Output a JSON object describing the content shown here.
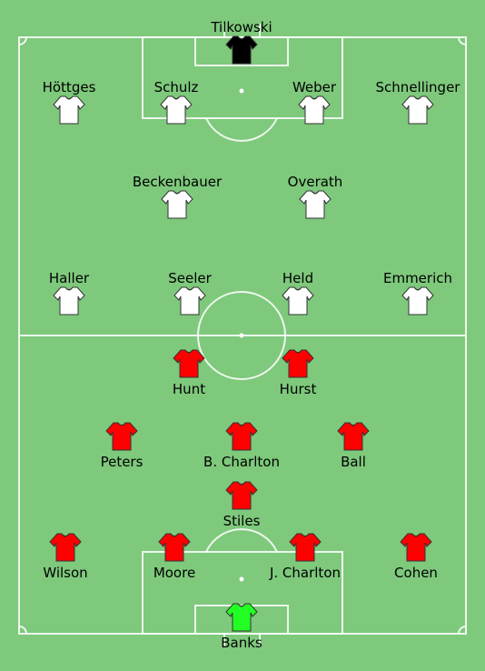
{
  "colors": {
    "pitch": "#7ec97c",
    "lines": "#ffffff",
    "germany_shirt": "#ffffff",
    "germany_goalkeeper_shirt": "#000000",
    "england_shirt": "#ff0000",
    "england_goalkeeper_shirt": "#22ff22"
  },
  "icons": {
    "shirt": "shirt-icon"
  },
  "teams": {
    "germany": {
      "players": [
        {
          "id": "tilkowski",
          "name": "Tilkowski",
          "shirt": "germany_goalkeeper_shirt"
        },
        {
          "id": "hottges",
          "name": "Höttges",
          "shirt": "germany_shirt"
        },
        {
          "id": "schulz",
          "name": "Schulz",
          "shirt": "germany_shirt"
        },
        {
          "id": "weber",
          "name": "Weber",
          "shirt": "germany_shirt"
        },
        {
          "id": "schnellinger",
          "name": "Schnellinger",
          "shirt": "germany_shirt"
        },
        {
          "id": "beckenbauer",
          "name": "Beckenbauer",
          "shirt": "germany_shirt"
        },
        {
          "id": "overath",
          "name": "Overath",
          "shirt": "germany_shirt"
        },
        {
          "id": "haller",
          "name": "Haller",
          "shirt": "germany_shirt"
        },
        {
          "id": "seeler",
          "name": "Seeler",
          "shirt": "germany_shirt"
        },
        {
          "id": "held",
          "name": "Held",
          "shirt": "germany_shirt"
        },
        {
          "id": "emmerich",
          "name": "Emmerich",
          "shirt": "germany_shirt"
        }
      ]
    },
    "england": {
      "players": [
        {
          "id": "hunt",
          "name": "Hunt",
          "shirt": "england_shirt"
        },
        {
          "id": "hurst",
          "name": "Hurst",
          "shirt": "england_shirt"
        },
        {
          "id": "peters",
          "name": "Peters",
          "shirt": "england_shirt"
        },
        {
          "id": "b-charlton",
          "name": "B. Charlton",
          "shirt": "england_shirt"
        },
        {
          "id": "ball",
          "name": "Ball",
          "shirt": "england_shirt"
        },
        {
          "id": "stiles",
          "name": "Stiles",
          "shirt": "england_shirt"
        },
        {
          "id": "wilson",
          "name": "Wilson",
          "shirt": "england_shirt"
        },
        {
          "id": "moore",
          "name": "Moore",
          "shirt": "england_shirt"
        },
        {
          "id": "j-charlton",
          "name": "J. Charlton",
          "shirt": "england_shirt"
        },
        {
          "id": "cohen",
          "name": "Cohen",
          "shirt": "england_shirt"
        },
        {
          "id": "banks",
          "name": "Banks",
          "shirt": "england_goalkeeper_shirt"
        }
      ]
    }
  }
}
